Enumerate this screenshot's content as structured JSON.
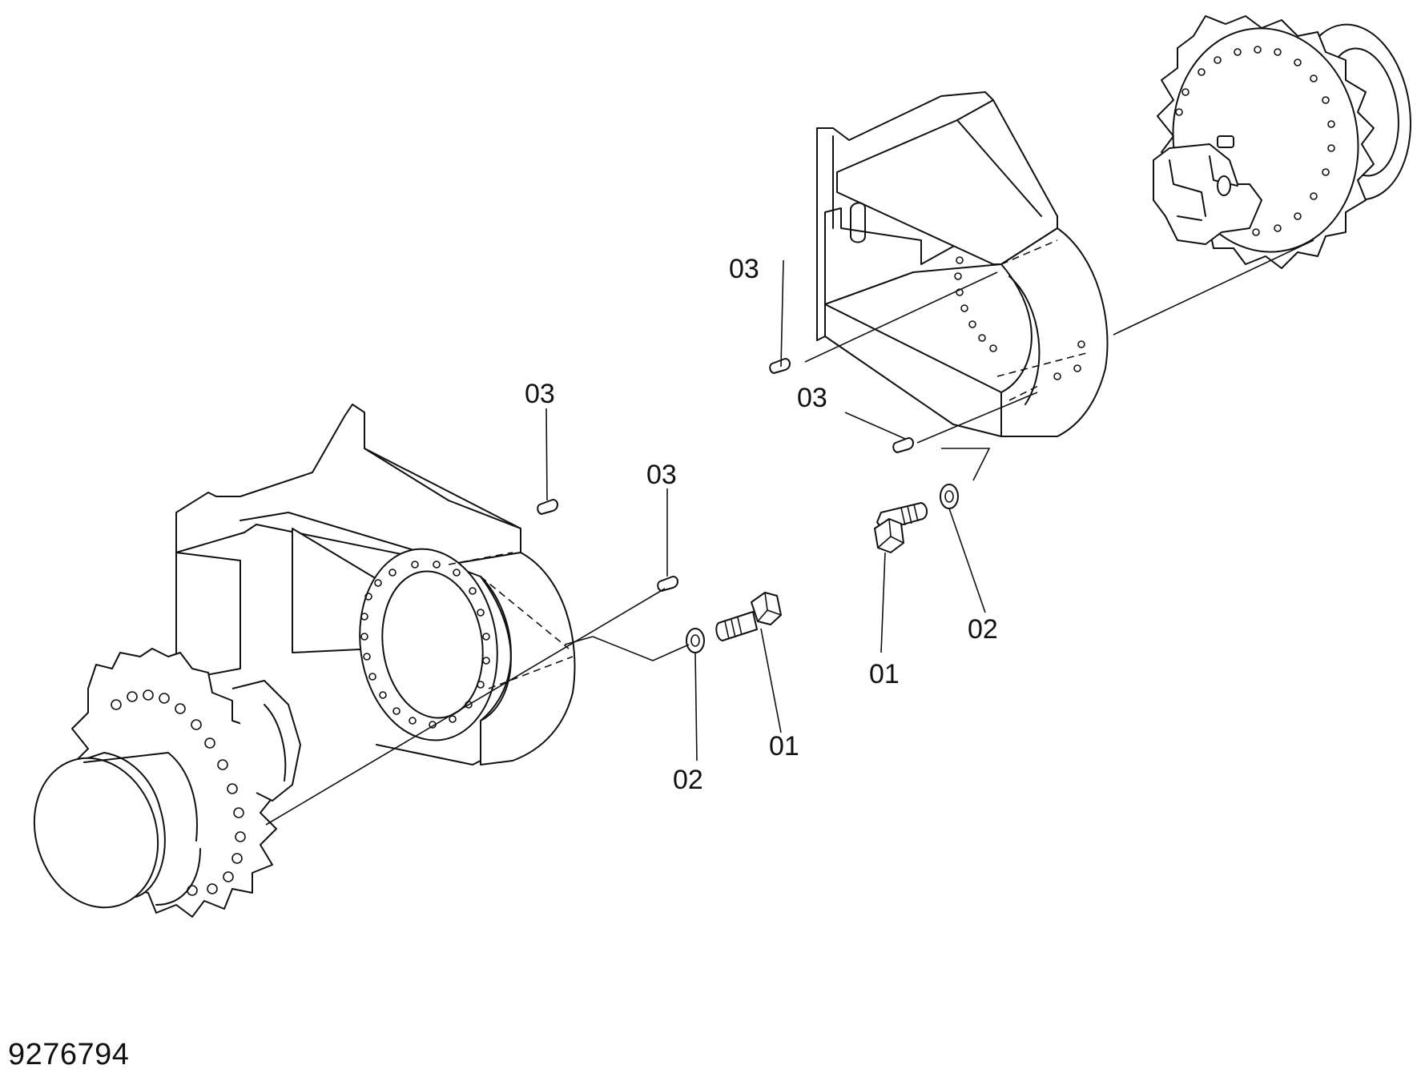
{
  "figure_number": "9276794",
  "callouts": {
    "left_pin_upper": "03",
    "left_pin_lower": "03",
    "left_washer": "02",
    "left_bolt": "01",
    "right_pin_upper": "03",
    "right_pin_lower": "03",
    "right_bolt": "01",
    "right_washer": "02"
  }
}
